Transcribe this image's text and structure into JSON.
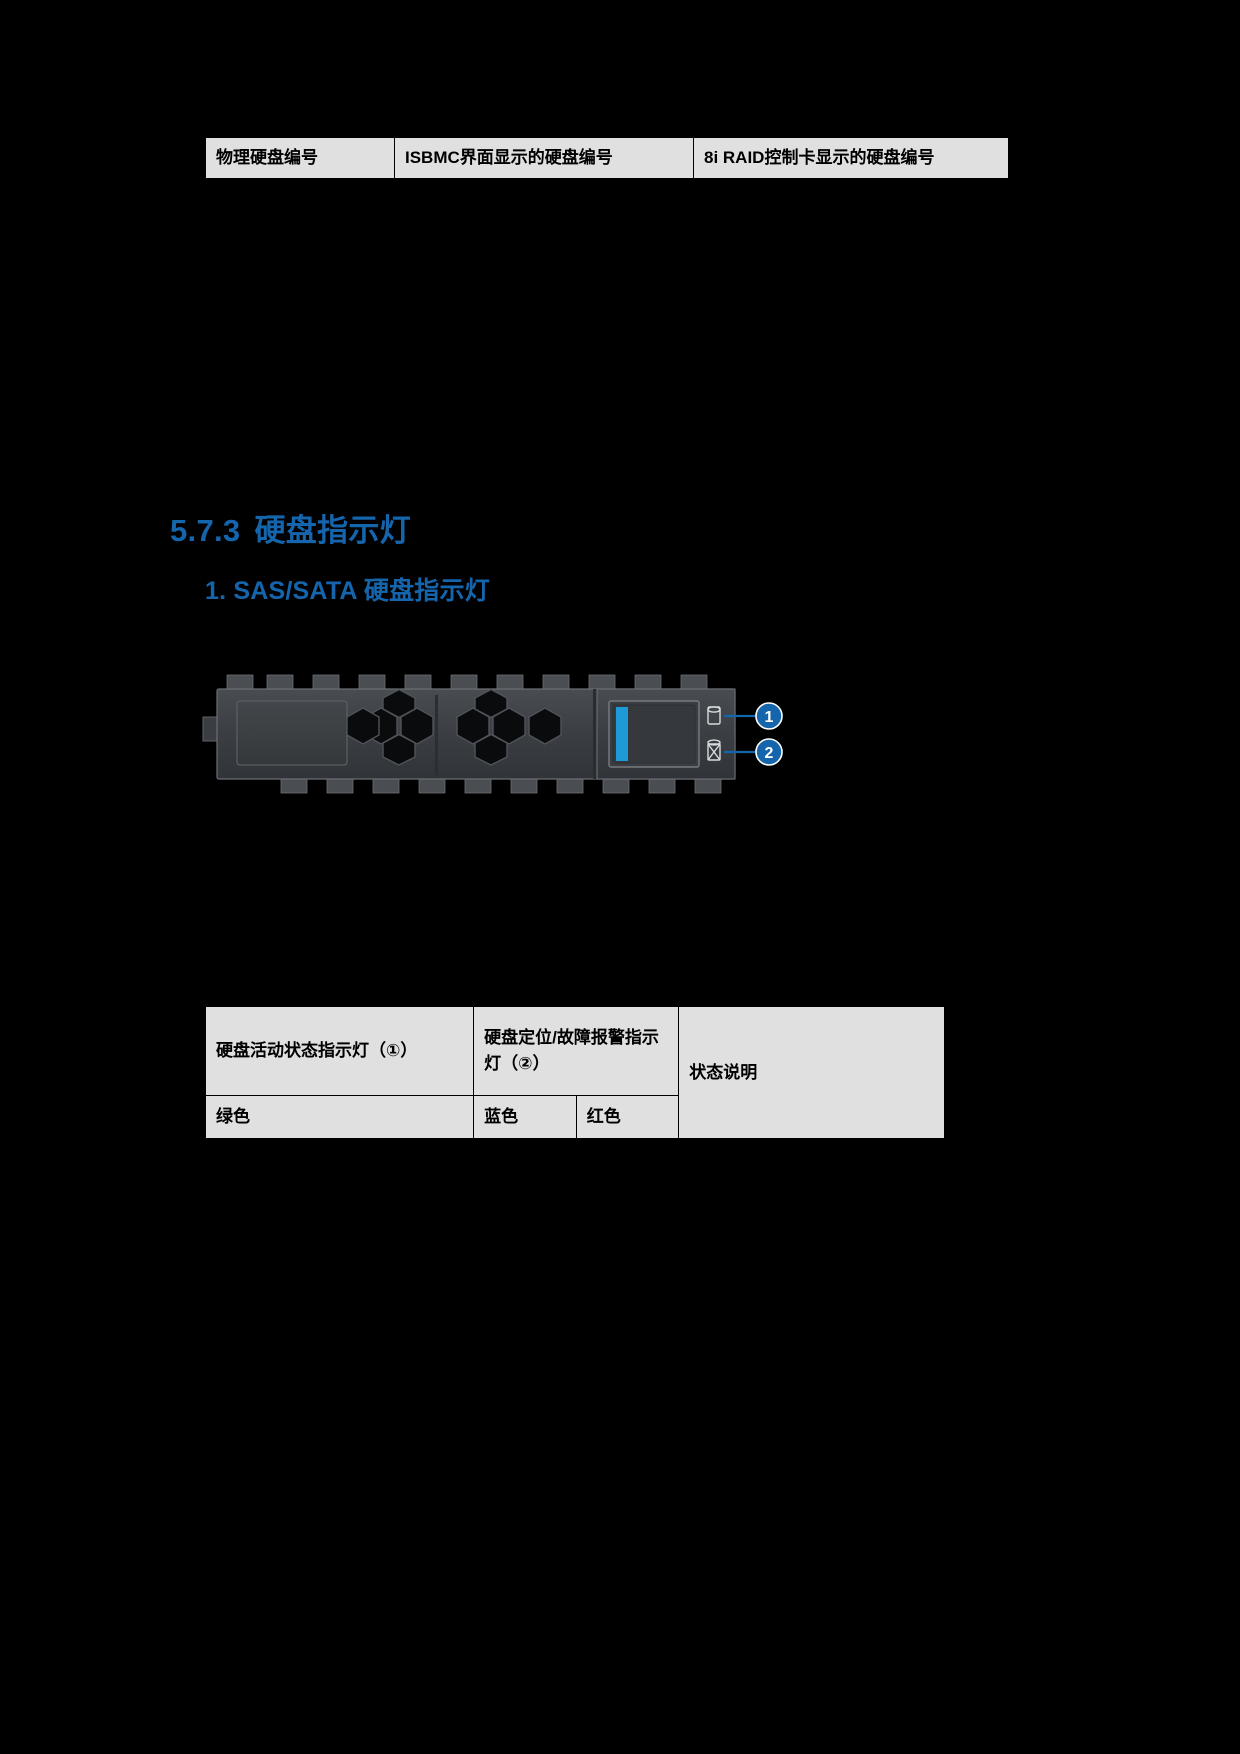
{
  "page": {
    "background_color": "#000000",
    "heading_color": "#1565ac",
    "table_fill": "#e0e0e0"
  },
  "table_top": {
    "headers": [
      "物理硬盘编号",
      "ISBMC界面显示的硬盘编号",
      "8i RAID控制卡显示的硬盘编号"
    ]
  },
  "section": {
    "number": "5.7.3",
    "title": "硬盘指示灯"
  },
  "subsection": {
    "title": "1. SAS/SATA 硬盘指示灯"
  },
  "figure": {
    "name": "sas-sata-drive-carrier",
    "callouts": [
      {
        "label": "1",
        "icon": "drive-activity-icon"
      },
      {
        "label": "2",
        "icon": "drive-fault-locate-icon"
      }
    ],
    "colors": {
      "body": "#3c4043",
      "body_dark": "#2b2e31",
      "outline": "#5a5f63",
      "latch_blue": "#1e9ad6",
      "callout": "#1565ac"
    }
  },
  "table_status": {
    "header_row": [
      "硬盘活动状态指示灯（①）",
      "硬盘定位/故障报警指示灯（②）",
      "状态说明"
    ],
    "color_row": [
      "绿色",
      "蓝色",
      "红色"
    ]
  }
}
